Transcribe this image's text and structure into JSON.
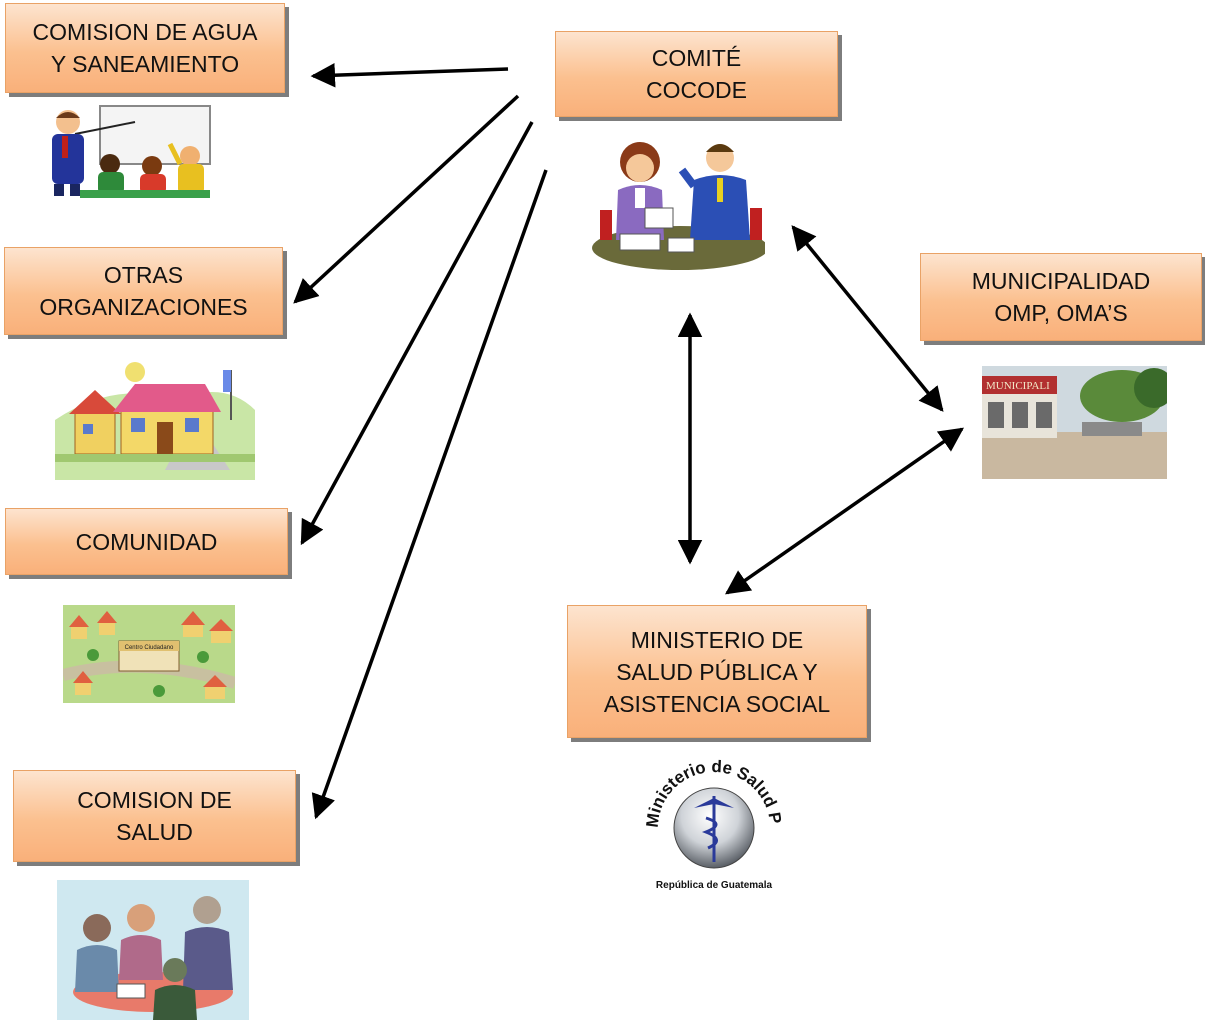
{
  "nodes": {
    "comision_agua": [
      "COMISION DE AGUA",
      "Y SANEAMIENTO"
    ],
    "comite_cocode": [
      "COMITÉ",
      "COCODE"
    ],
    "otras_organizaciones": [
      "OTRAS",
      "ORGANIZACIONES"
    ],
    "comunidad": [
      "COMUNIDAD"
    ],
    "municipalidad": [
      "MUNICIPALIDAD",
      "OMP, OMA’S"
    ],
    "ministerio": [
      "MINISTERIO DE",
      "SALUD PÚBLICA Y",
      "ASISTENCIA SOCIAL"
    ],
    "comision_salud": [
      "COMISION DE",
      "SALUD"
    ]
  },
  "images": {
    "municipalidad_sign": "MUNICIPALI",
    "centro_sign": "Centro Ciudadano",
    "logo_ring": "Ministerio de Salud Pública",
    "logo_caption": "República de Guatemala"
  }
}
